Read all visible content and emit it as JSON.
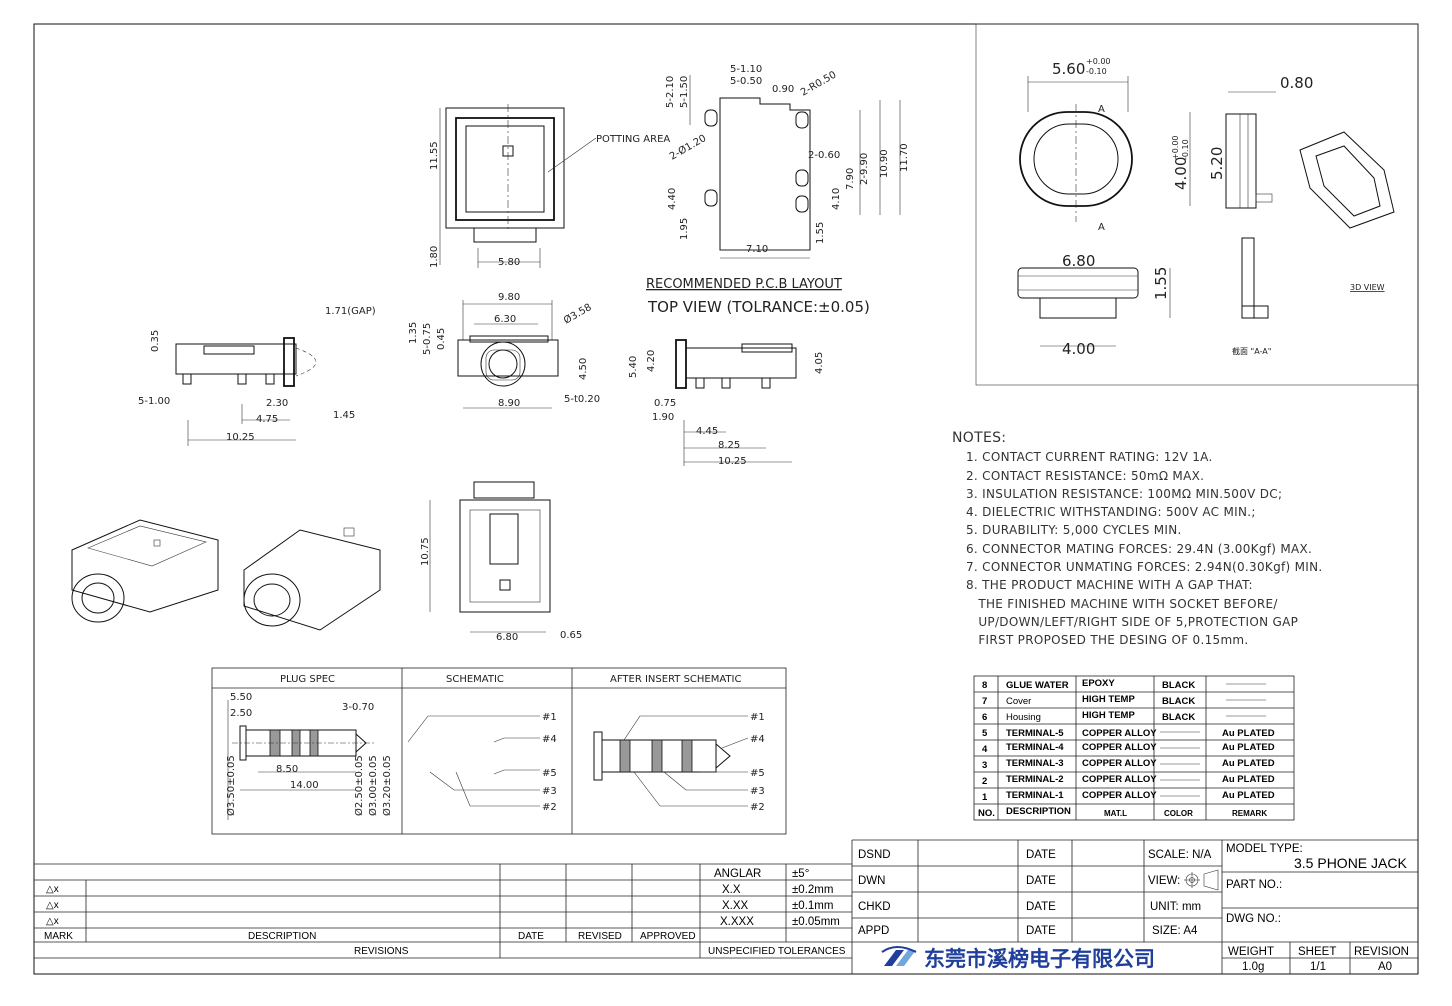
{
  "top_views": {
    "potting_area": "POTTING AREA",
    "front_dims": [
      "11.55",
      "5.80",
      "1.80"
    ],
    "pcb_dims": [
      "5-2.10",
      "5-1.50",
      "5-1.10",
      "5-0.50",
      "0.90",
      "2-R0.50",
      "2-Ø1.20",
      "2-0.60",
      "2-9.90",
      "7.90",
      "10.90",
      "11.70",
      "4.10",
      "4.40",
      "1.95",
      "7.10",
      "1.55"
    ],
    "pcb_title": "RECOMMENDED P.C.B LAYOUT",
    "pcb_subtitle": "TOP VIEW (TOLRANCE:±0.05)"
  },
  "side_left": {
    "dims": [
      "1.71(GAP)",
      "0.35",
      "5-1.00",
      "2.30",
      "4.75",
      "1.45",
      "10.25"
    ]
  },
  "front_mid": {
    "dims": [
      "9.80",
      "6.30",
      "Ø3.58",
      "1.35",
      "5-0.75",
      "0.45",
      "4.50",
      "8.90",
      "5-t0.20"
    ]
  },
  "side_right": {
    "dims": [
      "5.40",
      "4.20",
      "4.05",
      "0.75",
      "1.90",
      "4.45",
      "8.25",
      "10.25"
    ]
  },
  "bottom_view": {
    "dims": [
      "10.75",
      "6.80",
      "0.65"
    ]
  },
  "plug_panel": {
    "dims": [
      "5.60",
      "+0.00",
      "-0.10",
      "4.00",
      "+0.00",
      "-0.10",
      "5.20",
      "0.80",
      "6.80",
      "1.55",
      "4.00"
    ],
    "section_label": "截面 \"A-A\"",
    "view3d_label": "3D VIEW",
    "section_marks": [
      "A",
      "A"
    ]
  },
  "notes": {
    "title": "NOTES:",
    "items": [
      "1. CONTACT CURRENT RATING: 12V 1A.",
      "2. CONTACT RESISTANCE: 50mΩ MAX.",
      "3. INSULATION RESISTANCE: 100MΩ MIN.500V DC;",
      "4. DIELECTRIC WITHSTANDING: 500V AC MIN.;",
      "5. DURABILITY: 5,000 CYCLES MIN.",
      "6. CONNECTOR MATING FORCES: 29.4N (3.00Kgf) MAX.",
      "7. CONNECTOR UNMATING FORCES: 2.94N(0.30Kgf) MIN.",
      "8. THE PRODUCT MACHINE WITH A GAP THAT:",
      "   THE FINISHED MACHINE WITH SOCKET BEFORE/",
      "   UP/DOWN/LEFT/RIGHT SIDE OF 5,PROTECTION GAP",
      "   FIRST PROPOSED THE DESING OF 0.15mm."
    ]
  },
  "plug_spec": {
    "headers": [
      "PLUG SPEC",
      "SCHEMATIC",
      "AFTER INSERT SCHEMATIC"
    ],
    "dims": [
      "5.50",
      "2.50",
      "3-0.70",
      "8.50",
      "14.00",
      "Ø3.50±0.05",
      "Ø2.50±0.05",
      "Ø3.00±0.05",
      "Ø3.20±0.05"
    ],
    "pins": [
      "#1",
      "#4",
      "#5",
      "#3",
      "#2"
    ]
  },
  "bom": {
    "headers": [
      "NO.",
      "DESCRIPTION",
      "MAT.L",
      "COLOR",
      "REMARK"
    ],
    "rows": [
      {
        "no": "8",
        "desc": "GLUE WATER",
        "mat": "EPOXY",
        "color": "BLACK",
        "remark": ""
      },
      {
        "no": "7",
        "desc": "Cover",
        "mat": "HIGH TEMP",
        "color": "BLACK",
        "remark": ""
      },
      {
        "no": "6",
        "desc": "Housing",
        "mat": "HIGH TEMP",
        "color": "BLACK",
        "remark": ""
      },
      {
        "no": "5",
        "desc": "TERMINAL-5",
        "mat": "COPPER ALLOY",
        "color": "",
        "remark": "Au PLATED"
      },
      {
        "no": "4",
        "desc": "TERMINAL-4",
        "mat": "COPPER ALLOY",
        "color": "",
        "remark": "Au PLATED"
      },
      {
        "no": "3",
        "desc": "TERMINAL-3",
        "mat": "COPPER ALLOY",
        "color": "",
        "remark": "Au PLATED"
      },
      {
        "no": "2",
        "desc": "TERMINAL-2",
        "mat": "COPPER ALLOY",
        "color": "",
        "remark": "Au PLATED"
      },
      {
        "no": "1",
        "desc": "TERMINAL-1",
        "mat": "COPPER ALLOY",
        "color": "",
        "remark": "Au PLATED"
      }
    ]
  },
  "revisions": {
    "marks": [
      "△x",
      "△x",
      "△x"
    ],
    "footer": [
      "MARK",
      "DESCRIPTION",
      "DATE",
      "REVISED",
      "APPROVED"
    ],
    "title": "REVISIONS"
  },
  "tolerances": {
    "rows": [
      [
        "ANGLAR",
        "±5°"
      ],
      [
        "X.X",
        "±0.2mm"
      ],
      [
        "X.XX",
        "±0.1mm"
      ],
      [
        "X.XXX",
        "±0.05mm"
      ]
    ],
    "title": "UNSPECIFIED TOLERANCES"
  },
  "title_block": {
    "rows": [
      "DSND",
      "DWN",
      "CHKD",
      "APPD"
    ],
    "date": "DATE",
    "scale": "SCALE: N/A",
    "view": "VIEW:",
    "unit": "UNIT: mm",
    "size": "SIZE: A4",
    "model_type_label": "MODEL TYPE:",
    "model_type": "3.5 PHONE JACK",
    "part_no": "PART NO.:",
    "dwg_no": "DWG NO.:",
    "company": "东莞市溪榜电子有限公司",
    "weight_label": "WEIGHT",
    "weight": "1.0g",
    "sheet_label": "SHEET",
    "sheet": "1/1",
    "revision_label": "REVISION",
    "revision": "A0",
    "brand_color": "#1f3f9a"
  }
}
